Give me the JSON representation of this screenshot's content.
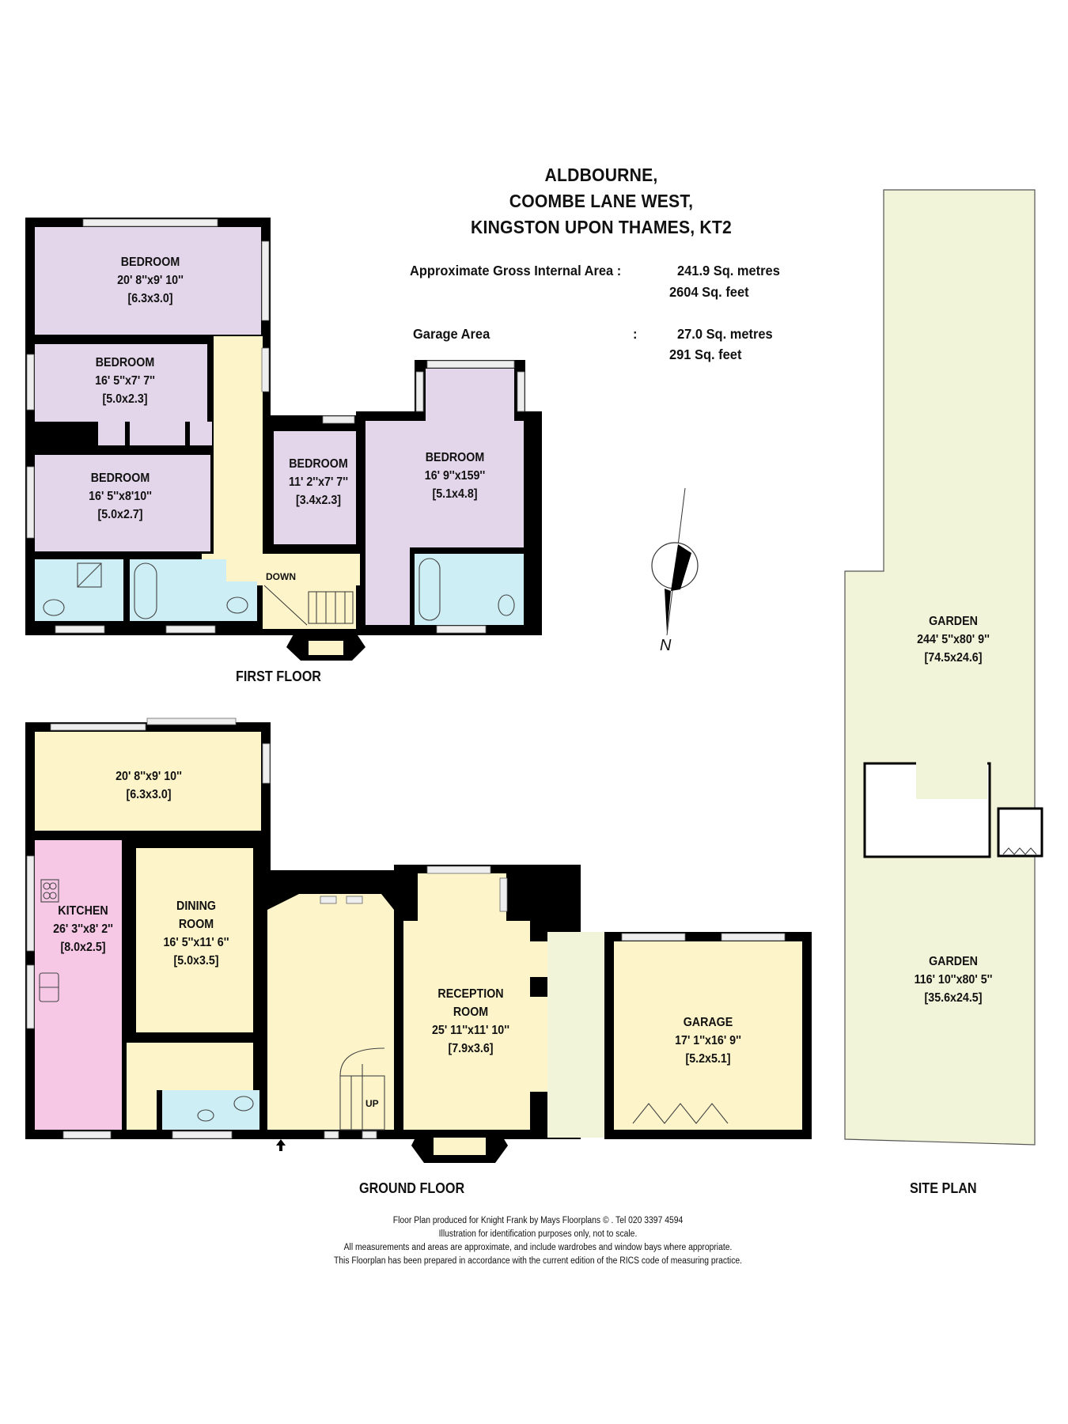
{
  "header": {
    "title_lines": [
      "ALDBOURNE,",
      "COOMBE LANE WEST,",
      "KINGSTON UPON THAMES, KT2"
    ],
    "gross_internal_area": {
      "label": "Approximate Gross Internal Area :",
      "sq_metres": "241.9 Sq. metres",
      "sq_feet": "2604 Sq. feet"
    },
    "garage_area": {
      "label": "Garage Area",
      "colon": ":",
      "sq_metres": "27.0 Sq. metres",
      "sq_feet": "291 Sq. feet"
    }
  },
  "colors": {
    "bedroom": "#e3d6ea",
    "bathroom": "#cdeef4",
    "circulation": "#fdf5c9",
    "kitchen": "#f6c8e6",
    "garden": "#f1f4d8",
    "walls": "#000000",
    "window": "#e8e8e8"
  },
  "first_floor": {
    "label": "FIRST FLOOR",
    "stair_label": "DOWN",
    "rooms": [
      {
        "name": "BEDROOM",
        "imperial": "20' 8''x9' 10''",
        "metric": "[6.3x3.0]"
      },
      {
        "name": "BEDROOM",
        "imperial": "16' 5''x7' 7''",
        "metric": "[5.0x2.3]"
      },
      {
        "name": "BEDROOM",
        "imperial": "16' 5''x8'10''",
        "metric": "[5.0x2.7]"
      },
      {
        "name": "BEDROOM",
        "imperial": "11' 2''x7' 7''",
        "metric": "[3.4x2.3]"
      },
      {
        "name": "BEDROOM",
        "imperial": "16' 9''x159''",
        "metric": "[5.1x4.8]"
      }
    ]
  },
  "ground_floor": {
    "label": "GROUND FLOOR",
    "stair_label": "UP",
    "rooms": [
      {
        "name": "",
        "imperial": "20' 8''x9' 10''",
        "metric": "[6.3x3.0]"
      },
      {
        "name_lines": [
          "KITCHEN"
        ],
        "imperial": "26' 3''x8' 2''",
        "metric": "[8.0x2.5]"
      },
      {
        "name_lines": [
          "DINING",
          "ROOM"
        ],
        "imperial": "16' 5''x11' 6''",
        "metric": "[5.0x3.5]"
      },
      {
        "name_lines": [
          "RECEPTION",
          "ROOM"
        ],
        "imperial": "25' 11''x11' 10''",
        "metric": "[7.9x3.6]"
      },
      {
        "name_lines": [
          "GARAGE"
        ],
        "imperial": "17' 1''x16' 9''",
        "metric": "[5.2x5.1]"
      }
    ]
  },
  "site_plan": {
    "label": "SITE PLAN",
    "gardens": [
      {
        "name": "GARDEN",
        "imperial": "244' 5''x80' 9''",
        "metric": "[74.5x24.6]"
      },
      {
        "name": "GARDEN",
        "imperial": "116' 10''x80' 5''",
        "metric": "[35.6x24.5]"
      }
    ]
  },
  "compass": {
    "label": "N",
    "icon": "north-arrow-icon"
  },
  "footer": {
    "lines": [
      "Floor Plan produced for Knight Frank by Mays Floorplans © . Tel 020 3397 4594",
      "Illustration for identification purposes only, not to scale.",
      "All measurements and areas are approximate, and include wardrobes and window bays where appropriate.",
      "This Floorplan has been prepared in accordance with the current edition of the RICS code of measuring practice."
    ]
  }
}
